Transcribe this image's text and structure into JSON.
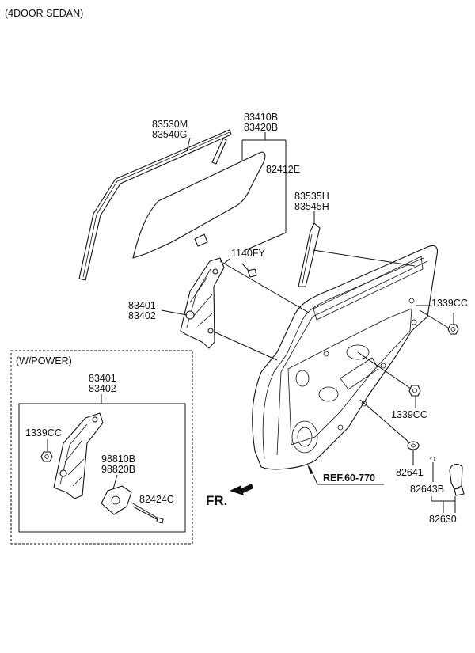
{
  "diagram": {
    "variant_label": "(4DOOR SEDAN)",
    "power_box_label": "(W/POWER)",
    "fr_label": "FR.",
    "parts": {
      "p83530M": "83530M",
      "p83540G": "83540G",
      "p83410B": "83410B",
      "p83420B": "83420B",
      "p82412E": "82412E",
      "p83535H": "83535H",
      "p83545H": "83545H",
      "p1140FY": "1140FY",
      "p83401": "83401",
      "p83402": "83402",
      "p1339CC_right": "1339CC",
      "p1339CC_mid": "1339CC",
      "p82641": "82641",
      "p82643B": "82643B",
      "p82630": "82630",
      "ref": "REF.60-770",
      "box_83401": "83401",
      "box_83402": "83402",
      "box_1339CC": "1339CC",
      "p98810B": "98810B",
      "p98820B": "98820B",
      "p82424C": "82424C"
    }
  }
}
